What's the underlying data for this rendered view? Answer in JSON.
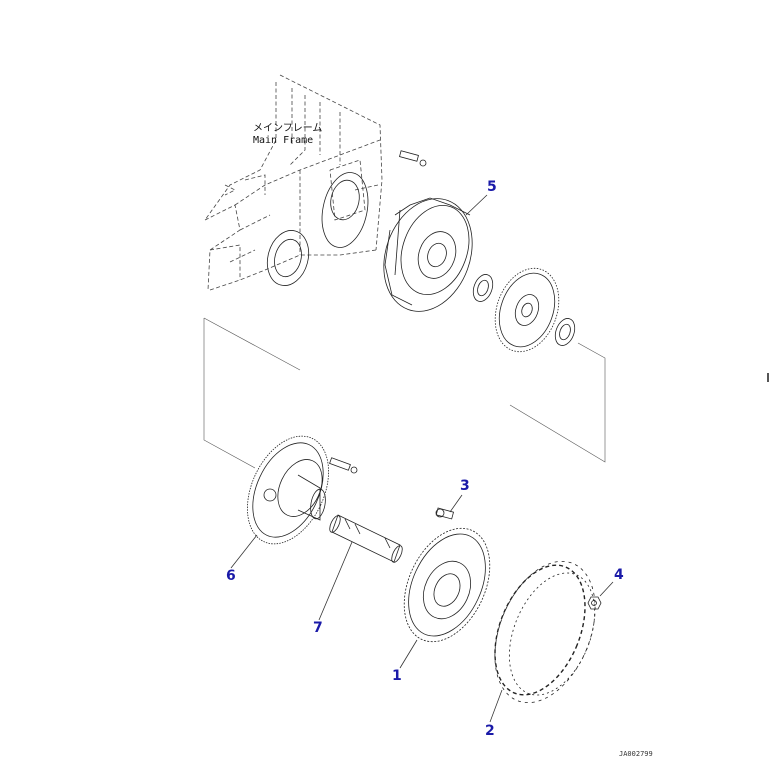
{
  "frame_label": {
    "jp": "メインフレーム",
    "en": "Main Frame"
  },
  "callouts": [
    "1",
    "2",
    "3",
    "4",
    "5",
    "6",
    "7"
  ],
  "drawing_id": "JA002799",
  "colors": {
    "line": "#222222",
    "callout": "#1a1aa8",
    "leader": "#333333"
  }
}
